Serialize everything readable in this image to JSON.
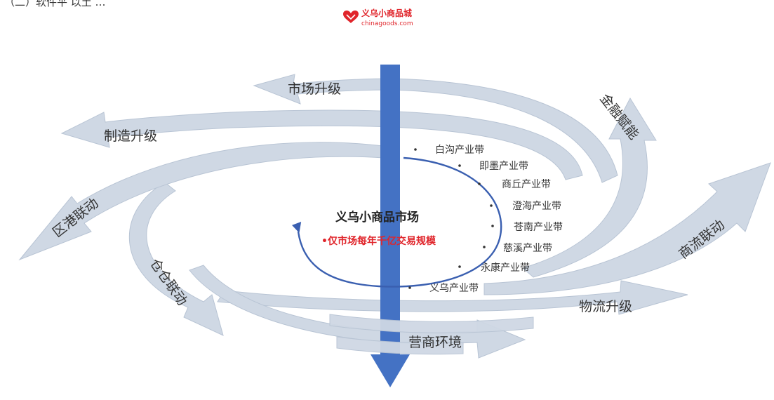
{
  "colors": {
    "swirl": "#cfd8e4",
    "swirl_edge": "#b3c0d0",
    "axis": "#4472c4",
    "orbit": "#3a5fb0",
    "highlight": "#e0252b",
    "logo": "#e0252b"
  },
  "top_caption": "（二）软件平 以土 …",
  "logo": {
    "icon": "heart-logo-icon",
    "name": "义乌小商品城",
    "url": "chinagoods.com"
  },
  "center": {
    "title": "义乌小商品市场",
    "subtitle": "•仅市场每年千亿交易规模"
  },
  "swirl_arrows": [
    {
      "label": "市场升级"
    },
    {
      "label": "制造升级"
    },
    {
      "label": "区港联动"
    },
    {
      "label": "仓仓联动"
    },
    {
      "label": "营商环境"
    },
    {
      "label": "物流升级"
    },
    {
      "label": "商流联动"
    },
    {
      "label": "金融赋能"
    }
  ],
  "industry_belts": [
    "白沟产业带",
    "即墨产业带",
    "商丘产业带",
    "澄海产业带",
    "苍南产业带",
    "慈溪产业带",
    "永康产业带",
    "义乌产业带"
  ]
}
